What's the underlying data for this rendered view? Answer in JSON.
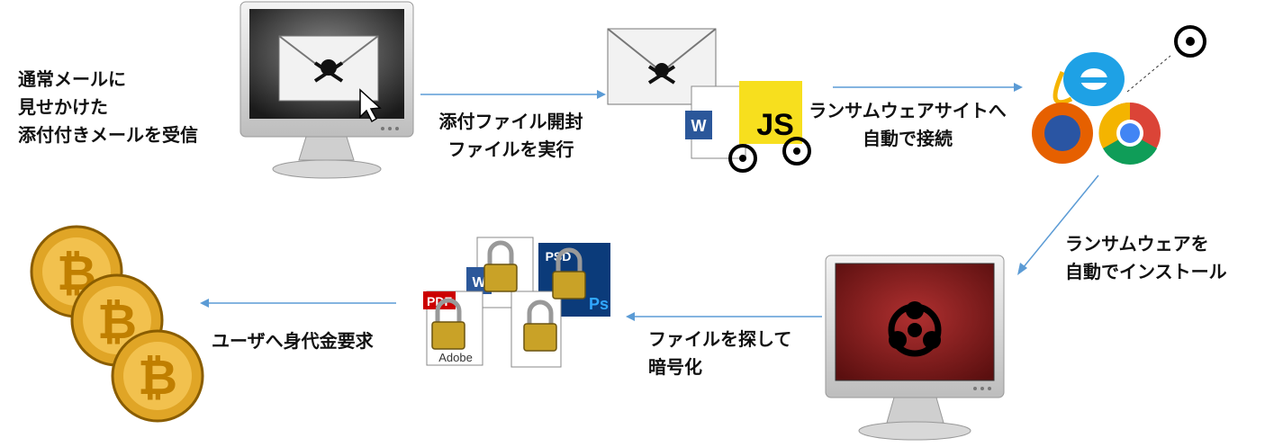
{
  "steps": [
    {
      "lines": [
        "通常メールに",
        "見せかけた",
        "添付付きメールを受信"
      ]
    },
    {
      "lines": [
        "添付ファイル開封",
        "ファイルを実行"
      ]
    },
    {
      "lines": [
        "ランサムウェアサイトへ",
        "自動で接続"
      ]
    },
    {
      "lines": [
        "ランサムウェアを",
        "自動でインストール"
      ]
    },
    {
      "lines": [
        "ファイルを探して",
        "暗号化"
      ]
    },
    {
      "lines": [
        "ユーザへ身代金要求"
      ]
    }
  ],
  "icon_text": {
    "js": "JS",
    "word": "W",
    "psd": "PSD",
    "ps": "Ps",
    "pdf": "PDF",
    "adobe": "Adobe"
  },
  "colors": {
    "arrow": "#5b9bd5",
    "ransom_screen": "#8b1a1a",
    "bitcoin": "#e0a526"
  }
}
